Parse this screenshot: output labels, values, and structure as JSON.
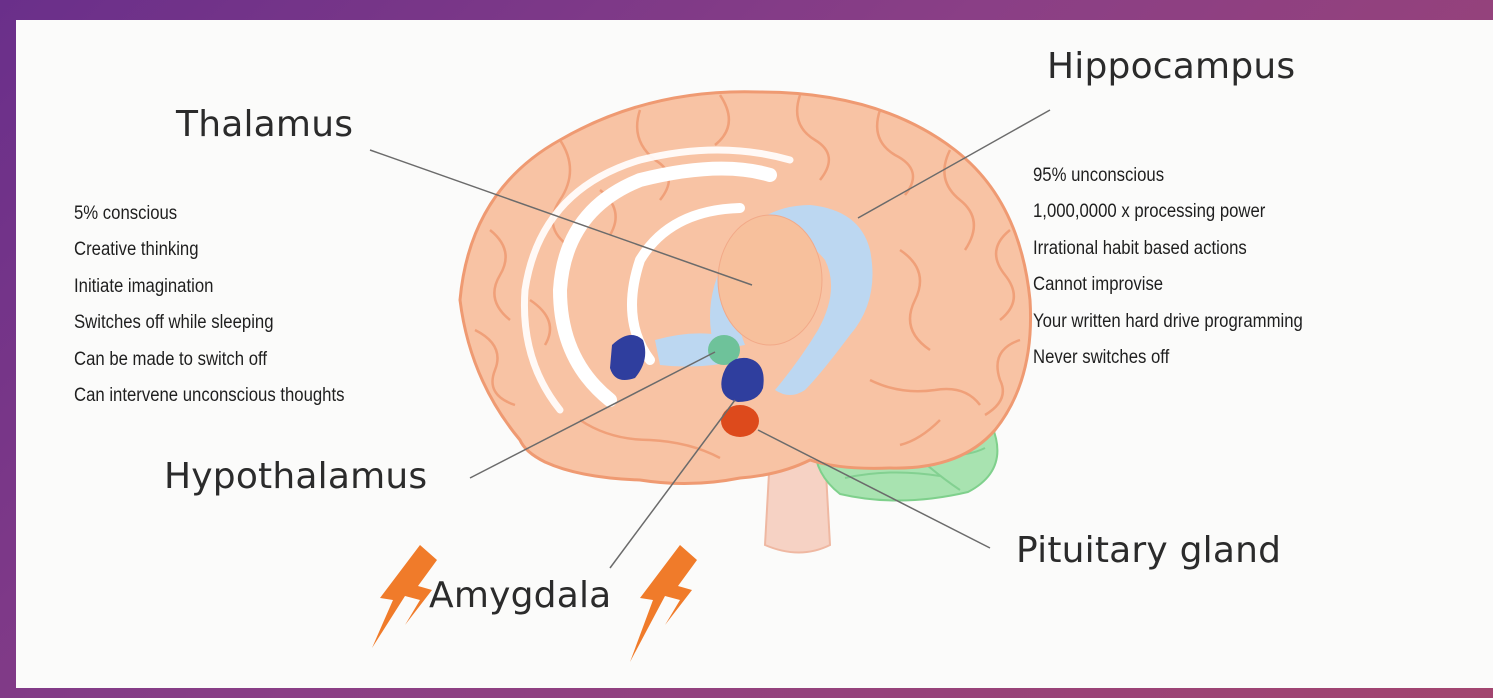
{
  "labels": {
    "thalamus": "Thalamus",
    "hippocampus": "Hippocampus",
    "hypothalamus": "Hypothalamus",
    "amygdala": "Amygdala",
    "pituitary": "Pituitary gland"
  },
  "conscious_notes": [
    "5% conscious",
    "Creative thinking",
    "Initiate imagination",
    "Switches off while sleeping",
    "Can be made to switch off",
    "Can intervene unconscious thoughts"
  ],
  "unconscious_notes": [
    "95% unconscious",
    "1,000,0000 x processing power",
    "Irrational habit based actions",
    "Cannot improvise",
    "Your written hard drive programming",
    "Never switches off"
  ],
  "colors": {
    "brain": "#f8c3a4",
    "brain_outline": "#ef9a72",
    "limbic_blue": "#bcd7f1",
    "cerebellum": "#a8e3b0",
    "amygdala": "#2f3e9e",
    "hypothalamus": "#6ec29a",
    "pituitary": "#dd4a1c",
    "lightning": "#f07b2a"
  },
  "icons": [
    "lightning-bolt-icon"
  ]
}
